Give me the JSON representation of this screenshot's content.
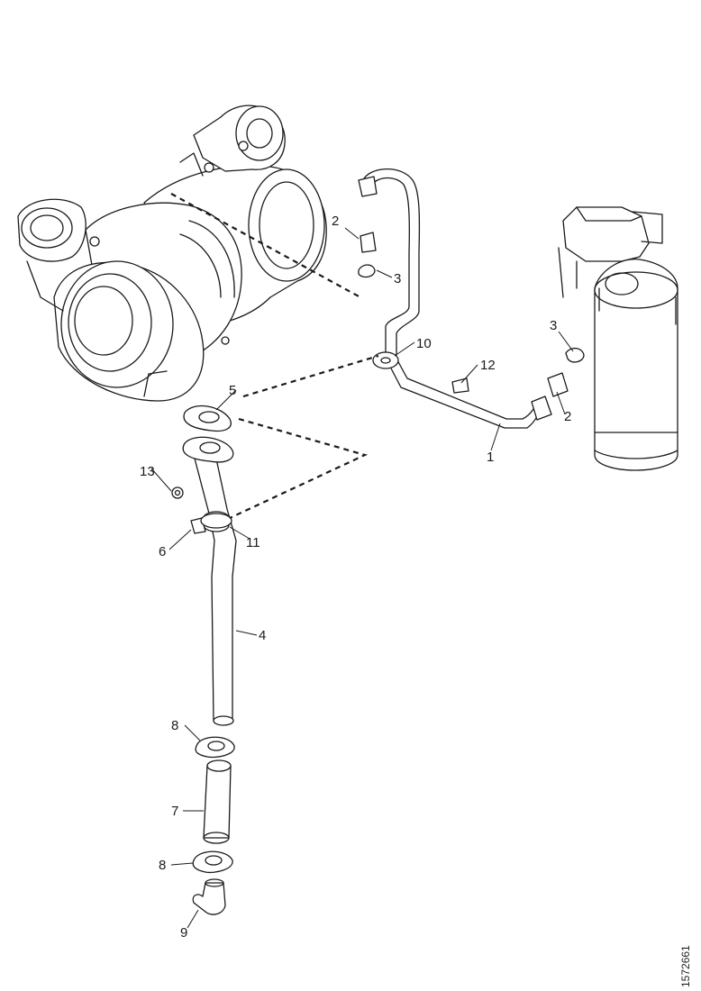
{
  "document_id": "1572661",
  "callouts": [
    {
      "id": "c1",
      "label": "1"
    },
    {
      "id": "c2a",
      "label": "2"
    },
    {
      "id": "c2b",
      "label": "2"
    },
    {
      "id": "c3a",
      "label": "3"
    },
    {
      "id": "c3b",
      "label": "3"
    },
    {
      "id": "c4",
      "label": "4"
    },
    {
      "id": "c5",
      "label": "5"
    },
    {
      "id": "c6",
      "label": "6"
    },
    {
      "id": "c7",
      "label": "7"
    },
    {
      "id": "c8a",
      "label": "8"
    },
    {
      "id": "c8b",
      "label": "8"
    },
    {
      "id": "c9",
      "label": "9"
    },
    {
      "id": "c10",
      "label": "10"
    },
    {
      "id": "c11",
      "label": "11"
    },
    {
      "id": "c12",
      "label": "12"
    },
    {
      "id": "c13",
      "label": "13"
    }
  ]
}
